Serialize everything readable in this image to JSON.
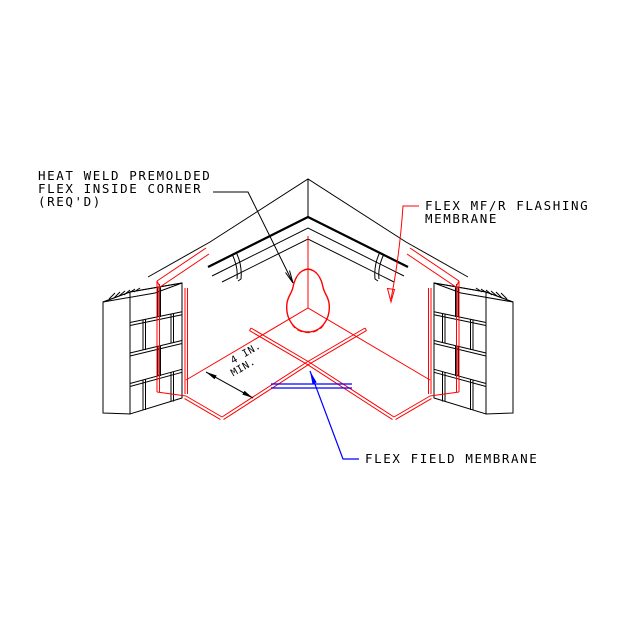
{
  "drawing": {
    "type": "isometric-cad-detail",
    "subject": "flashing inside corner detail",
    "annotations": {
      "premolded_corner": {
        "lines": [
          "HEAT WELD PREMOLDED",
          "FLEX INSIDE CORNER",
          "(REQ'D)"
        ]
      },
      "flashing_membrane": {
        "lines": [
          "FLEX MF/R FLASHING",
          "MEMBRANE"
        ]
      },
      "field_membrane": {
        "lines": [
          "FLEX FIELD MEMBRANE"
        ]
      },
      "dimension": {
        "lines": [
          "4 IN.",
          "MIN."
        ]
      }
    },
    "colors": {
      "linework": "#000000",
      "flashing_membrane": "#ff0000",
      "field_membrane_leader": "#0000ff",
      "background": "#ffffff"
    }
  }
}
